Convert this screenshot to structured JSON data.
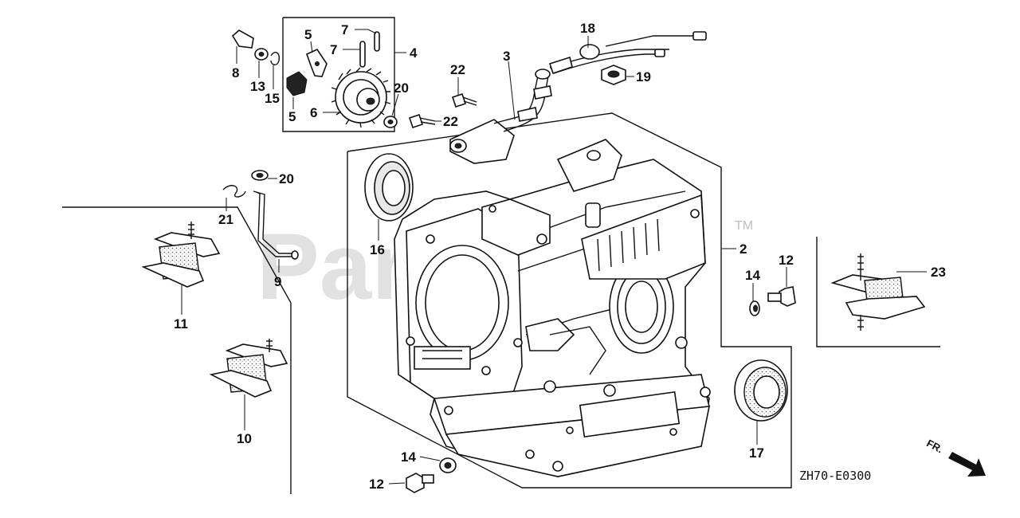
{
  "watermark": {
    "brand": "PartsTree",
    "trademark": "TM"
  },
  "diagram_code": "ZH70-E0300",
  "direction_label": "FR.",
  "callouts": {
    "c1": "18",
    "c2": "7",
    "c3": "5",
    "c4": "7",
    "c5": "4",
    "c6": "3",
    "c7": "22",
    "c8": "19",
    "c9": "8",
    "c10": "13",
    "c11": "15",
    "c12": "20",
    "c13": "6",
    "c14": "5",
    "c15": "22",
    "c16": "20",
    "c17": "21",
    "c18": "9",
    "c19": "16",
    "c20": "2",
    "c21": "12",
    "c22": "14",
    "c23": "23",
    "c24": "11",
    "c25": "10",
    "c26": "17",
    "c27": "14",
    "c28": "12"
  }
}
